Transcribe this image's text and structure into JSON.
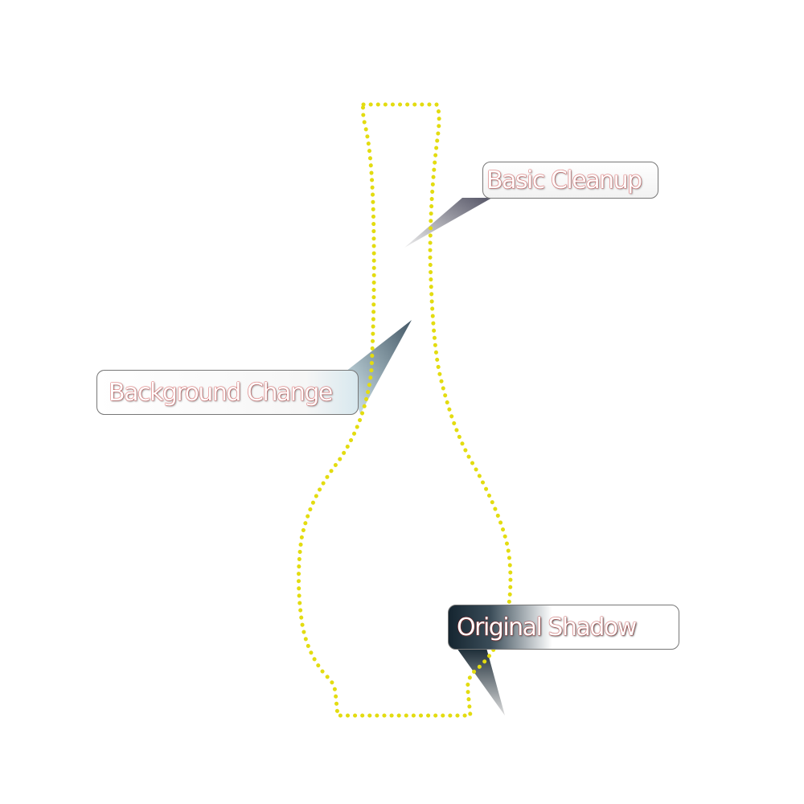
{
  "callouts": {
    "basic_cleanup": "Basic Cleanup",
    "background_change": "Background Change",
    "original_shadow": "Original Shadow"
  },
  "colors": {
    "outline_dots": "#e3dc10",
    "shadow_dark": "#152530"
  }
}
